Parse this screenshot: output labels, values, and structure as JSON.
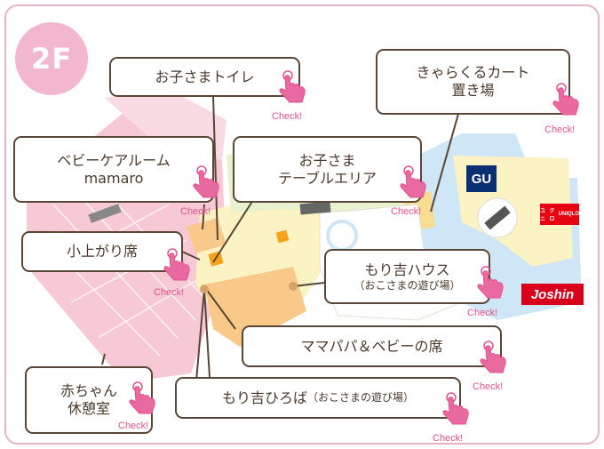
{
  "floor": "2F",
  "colors": {
    "pink_zone": "#f6c9d4",
    "yellow_zone": "#fbf3c4",
    "orange_zone": "#f9c98a",
    "blue_zone": "#cfe6f6",
    "green_zone": "#e9f2cf",
    "accent_pink": "#e4508a",
    "line_brown": "#5a4636"
  },
  "check_label": "Check!",
  "callouts": {
    "toilet": {
      "line1": "お子さまトイレ"
    },
    "cart": {
      "line1": "きゃらくるカート",
      "line2": "置き場"
    },
    "babycare": {
      "line1": "ベビーケアルーム",
      "line2": "mamaro"
    },
    "kids_table": {
      "line1": "お子さま",
      "line2": "テーブルエリア"
    },
    "small_seat": {
      "line1": "小上がり席"
    },
    "moriyoshi_house": {
      "line1": "もり吉ハウス",
      "line2": "（おこさまの遊び場）"
    },
    "mama_papa": {
      "line1": "ママパパ＆ベビーの席"
    },
    "nursery": {
      "line1": "赤ちゃん",
      "line2": "休憩室"
    },
    "moriyoshi_plaza": {
      "line1": "もり吉ひろば",
      "line2": "（おこさまの遊び場）"
    }
  },
  "stores": {
    "gu": "GU",
    "uniqlo": [
      "ユニ",
      "クロ",
      "UNI",
      "QLO"
    ],
    "joshin": "Joshin"
  },
  "icons": {
    "hand": "pointing-hand-icon",
    "escalator": "escalator-icon"
  }
}
